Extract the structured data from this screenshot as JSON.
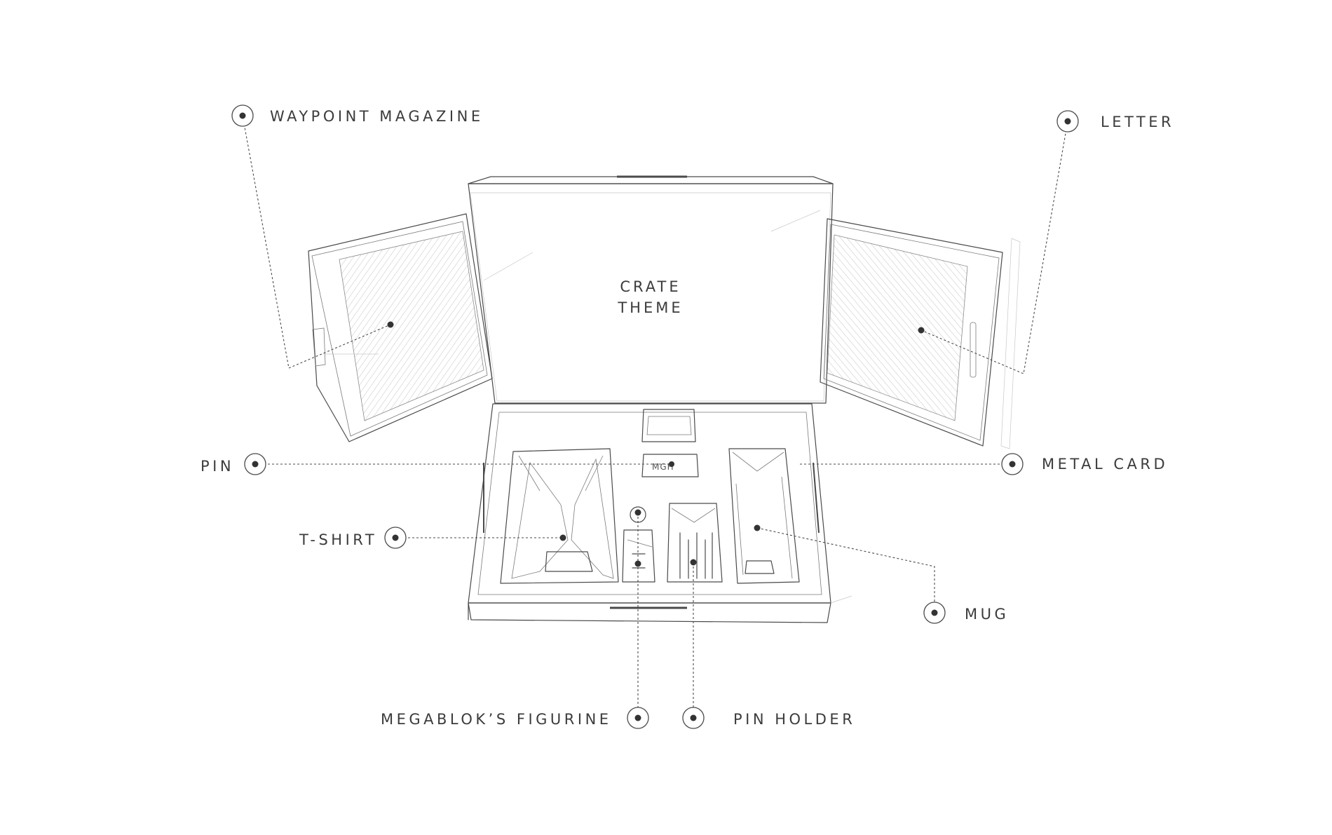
{
  "center_label": {
    "line1": "CRATE",
    "line2": "THEME"
  },
  "callouts": {
    "waypoint_magazine": "WAYPOINT MAGAZINE",
    "letter": "LETTER",
    "pin": "PIN",
    "metal_card": "METAL CARD",
    "tshirt": "T-SHIRT",
    "mug": "MUG",
    "megablok_figurine": "MEGABLOK’S FIGURINE",
    "pin_holder": "PIN HOLDER"
  },
  "colors": {
    "ink": "#3c3c3c",
    "sketch": "#4a4a4a",
    "background": "#ffffff"
  }
}
